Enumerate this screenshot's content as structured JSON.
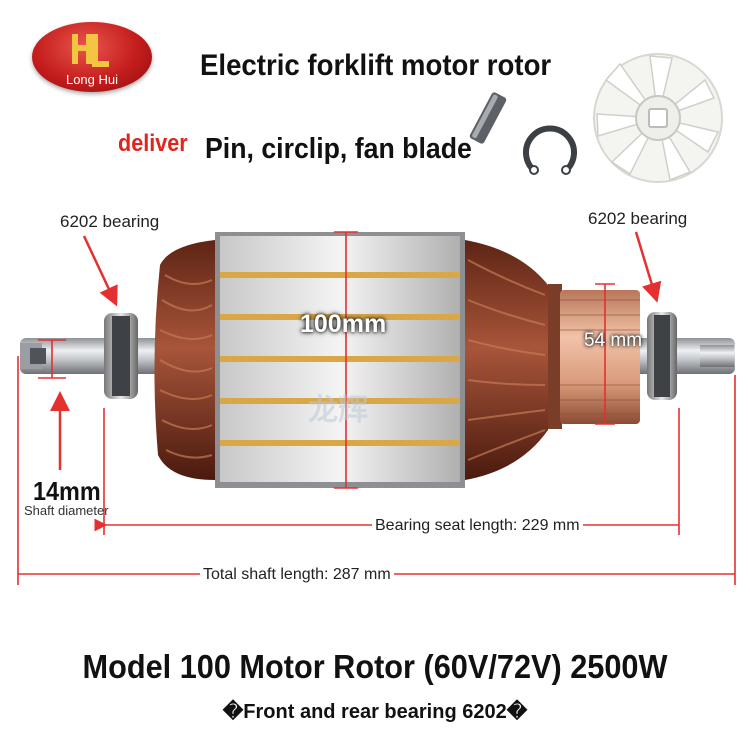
{
  "logo": {
    "text": "Long Hui"
  },
  "title": "Electric forklift motor rotor",
  "deliver": {
    "label": "deliver",
    "items": "Pin, circlip, fan blade"
  },
  "labels": {
    "bearing_left": "6202 bearing",
    "bearing_right": "6202 bearing",
    "core_diameter": "100mm",
    "commutator_diameter": "54 mm",
    "shaft_diameter_value": "14mm",
    "shaft_diameter_label": "Shaft diameter",
    "bearing_seat_length": "Bearing seat length: 229 mm",
    "total_shaft_length": "Total shaft length: 287 mm",
    "watermark": "龙辉"
  },
  "model": "Model 100 Motor Rotor (60V/72V) 2500W",
  "bearing_note": "�Front and rear bearing 6202�",
  "colors": {
    "accent": "#e0251b",
    "dimension_line": "#e53030",
    "copper": "#8a3b25",
    "steel": "#c9ccd0",
    "fan": "#f2f2ee"
  },
  "icons": [
    "pin-icon",
    "circlip-icon",
    "fan-blade-icon"
  ]
}
